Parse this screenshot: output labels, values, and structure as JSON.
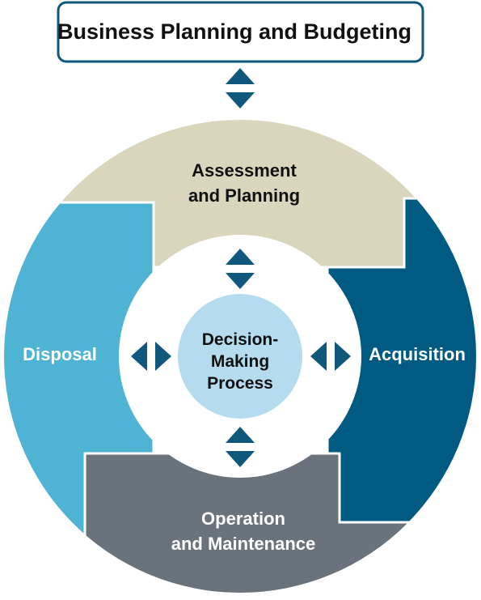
{
  "header": {
    "title": "Business Planning and Budgeting"
  },
  "quadrants": {
    "assessment": {
      "line1": "Assessment",
      "line2": "and Planning",
      "color": "#d9d6bd"
    },
    "acquisition": {
      "line1": "Acquisition",
      "color": "#005a82"
    },
    "operation": {
      "line1": "Operation",
      "line2": "and Maintenance",
      "color": "#6a737b"
    },
    "disposal": {
      "line1": "Disposal",
      "color": "#4fb3d4"
    }
  },
  "center": {
    "line1": "Decision-",
    "line2": "Making",
    "line3": "Process",
    "color": "#b5dcee"
  },
  "colors": {
    "arrow": "#0f577d",
    "box_border": "#0f577d"
  }
}
